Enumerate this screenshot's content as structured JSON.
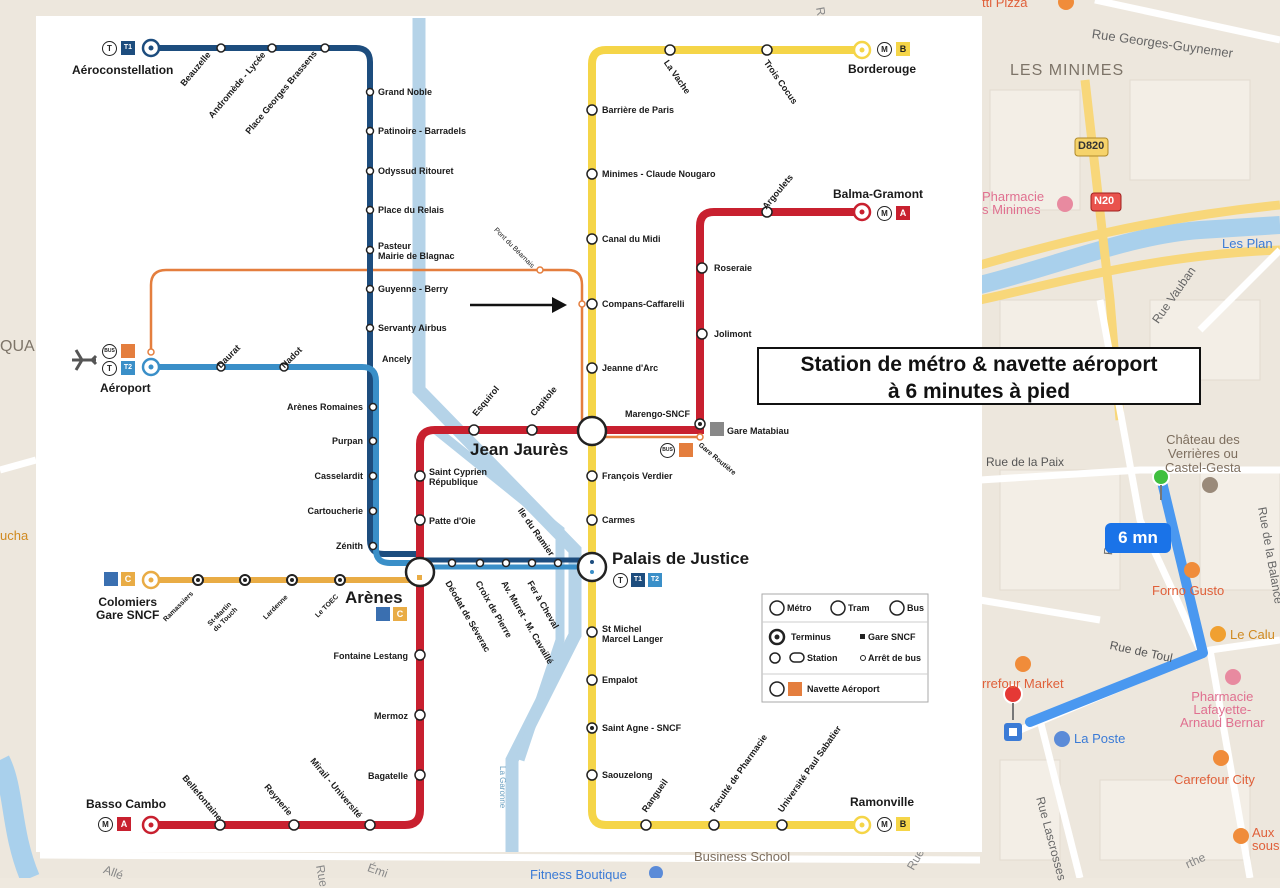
{
  "map": {
    "districts": [
      "LES MINIMES",
      "QUA"
    ],
    "roads": [
      "Rue Georges-Guynemer",
      "D820",
      "N20",
      "Rue Vauban",
      "Rue de la Paix",
      "Rue de Toul",
      "Rue Lascrosses",
      "Rue de la Balance",
      "Rue",
      "Rue",
      "Rue",
      "Rue",
      "Émi"
    ],
    "pois": {
      "pizza": "tti Pizza",
      "pharmacie_minimes": "Pharmacie\ns Minimes",
      "les_plan": "Les Plan",
      "chateau": "Château des\nVerrières ou\nCastel-Gesta",
      "forno": "Forno Gusto",
      "le_calu": "Le Calu",
      "carrefour_market": "rrefour Market",
      "pharmacie_lafayette": "Pharmacie\nLafayette-\nArnaud Bernar",
      "la_poste": "La Poste",
      "carrefour_city": "Carrefour City",
      "aux": "Aux\nsous",
      "business_school": "Business School",
      "fitness": "Fitness Boutique",
      "left_edge": "ucha",
      "bottom_left": "Allé",
      "bottom_right": "rthe"
    },
    "walk_time": "6 mn"
  },
  "annotation": {
    "line1": "Station de métro & navette aéroport",
    "line2": "à 6 minutes à pied"
  },
  "metro": {
    "river": "La Garonne",
    "lines": {
      "metro_A_color": "#c8202f",
      "metro_B_color": "#f5d548",
      "tram_T1_color": "#1d4d7e",
      "tram_T2_color": "#3a8fc8",
      "line_C_color": "#e9ac45",
      "navette_color": "#e47e3e",
      "river_color": "#b5d3e8"
    },
    "terminus": {
      "aeroconstellation": "Aéroconstellation",
      "aeroport": "Aéroport",
      "colomiers": "Colomiers\nGare SNCF",
      "basso_cambo": "Basso Cambo",
      "borderouge": "Borderouge",
      "balma": "Balma-Gramont",
      "ramonville": "Ramonville"
    },
    "hubs": {
      "jean_jaures": "Jean Jaurès",
      "arenes": "Arènes",
      "palais": "Palais de Justice"
    },
    "badges": {
      "metro": "M",
      "tram": "T",
      "bus": "BUS",
      "a": "A",
      "b": "B",
      "c": "C",
      "t1": "T1",
      "t2": "T2"
    },
    "stations_t1_top": [
      "Beauzelle",
      "Andromède - Lycée",
      "Place Georges Brassens"
    ],
    "stations_t1_vert": [
      "Grand Noble",
      "Patinoire - Barradels",
      "Odyssud Ritouret",
      "Place du Relais",
      "Pasteur\nMairie de Blagnac",
      "Guyenne - Berry",
      "Servanty Airbus",
      "Ancely"
    ],
    "stations_t2": [
      "Daurat",
      "Nadot"
    ],
    "stations_tram_down": [
      "Arènes Romaines",
      "Purpan",
      "Casselardit",
      "Cartoucherie",
      "Zénith"
    ],
    "stations_c": [
      "Ramassiers",
      "St-Martin\ndu Touch",
      "Lardenne",
      "Le TOEC"
    ],
    "stations_a_sw": [
      "Bellefontaine",
      "Reynerie",
      "Mirail - Université",
      "Bagatelle",
      "Mermoz",
      "Fontaine Lestang"
    ],
    "stations_a_center": [
      "Patte d'Oie",
      "Saint Cyprien\nRépublique",
      "Esquirol",
      "Capitole",
      "Marengo-SNCF"
    ],
    "stations_a_ne": [
      "Jolimont",
      "Roseraie",
      "Argoulets"
    ],
    "stations_b": [
      "La Vache",
      "Trois Cocus",
      "Barrière de Paris",
      "Minimes - Claude Nougaro",
      "Canal du Midi",
      "Compans-Caffarelli",
      "Jeanne d'Arc",
      "François Verdier",
      "Carmes",
      "St Michel\nMarcel Langer",
      "Empalot",
      "Saint Agne - SNCF",
      "Saouzelong",
      "Rangueil",
      "Faculté de Pharmacie",
      "Université Paul Sabatier"
    ],
    "stations_tram_center": [
      "Déodat de Séverac",
      "Croix de Pierre",
      "Av. Muret - M. Cavaillé",
      "Fer à Cheval",
      "Ile du Ramier"
    ],
    "gare_matabiau": "Gare Matabiau",
    "gare_routiere": "Gare Routière",
    "pont_bearnais": "Pont du Béarnais",
    "legend": {
      "metro": "Métro",
      "tram": "Tram",
      "bus": "Bus",
      "terminus": "Terminus",
      "gare": "Gare SNCF",
      "station": "Station",
      "arret": "Arrêt de bus",
      "navette": "Navette Aéroport"
    }
  }
}
